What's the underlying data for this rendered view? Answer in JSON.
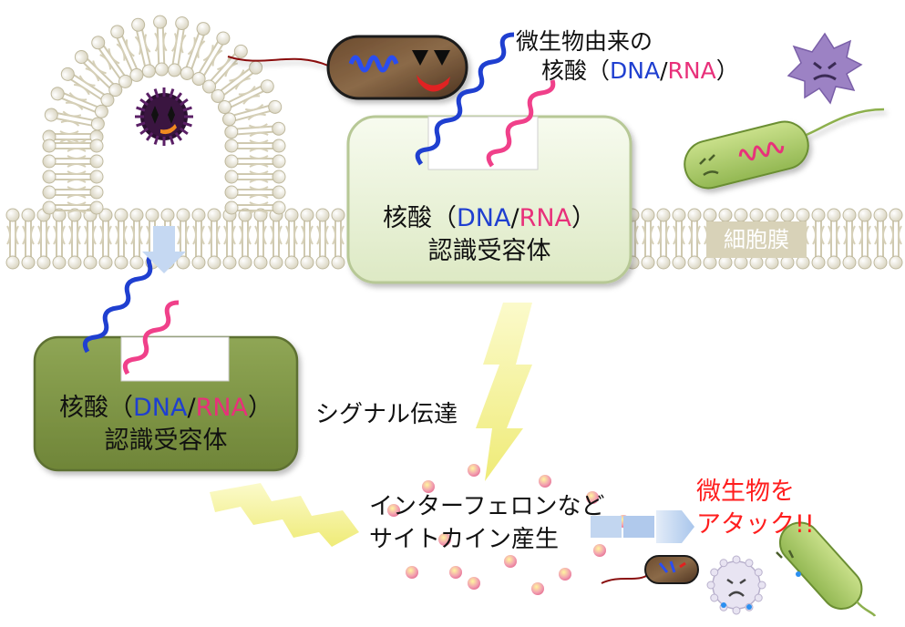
{
  "microbe_nucleic_acid": {
    "line1": "微生物由来の",
    "line2_prefix": "核酸（",
    "dna": "DNA",
    "slash": "/",
    "rna": "RNA",
    "line2_suffix": "）"
  },
  "receptor_top": {
    "line1_prefix": "核酸（",
    "dna": "DNA",
    "slash": "/",
    "rna": "RNA",
    "line1_suffix": "）",
    "line2": "認識受容体"
  },
  "receptor_left": {
    "line1_prefix": "核酸（",
    "dna": "DNA",
    "slash": "/",
    "rna": "RNA",
    "line1_suffix": "）",
    "line2": "認識受容体"
  },
  "membrane_label": "細胞膜",
  "signal_label": "シグナル伝達",
  "cytokine": {
    "line1": "インターフェロンなど",
    "line2": "サイトカイン産生"
  },
  "attack": {
    "line1": "微生物を",
    "line2": "アタック!!"
  },
  "colors": {
    "dna": "#1f3fd0",
    "rna": "#e8307a",
    "attack": "#ff1e1e",
    "receptor_light": "#eef5dd",
    "receptor_dark": "#7f9645",
    "arrow_yellow": "#f6f3a0",
    "arrow_blue": "#b5d0ef",
    "membrane": "#e6e2d2"
  }
}
